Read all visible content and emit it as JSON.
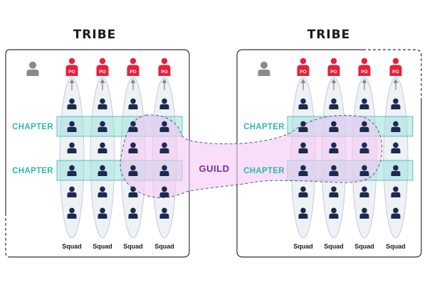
{
  "tribes": [
    {
      "title": "TRIBE",
      "chapters": [
        "CHAPTER",
        "CHAPTER"
      ],
      "squads": [
        "Squad",
        "Squad",
        "Squad",
        "Squad"
      ]
    },
    {
      "title": "TRIBE",
      "chapters": [
        "CHAPTER",
        "CHAPTER"
      ],
      "squads": [
        "Squad",
        "Squad",
        "Squad",
        "Squad"
      ]
    }
  ],
  "guild": {
    "label": "GUILD"
  },
  "product_owner": {
    "badge": "PO",
    "icon": "product-owner-icon"
  },
  "members_per_squad": 6,
  "colors": {
    "tribe_border": "#333333",
    "squad_fill": "#eef1f5",
    "squad_stroke": "#c6ccd6",
    "member": "#1b2a4e",
    "po": "#e8203a",
    "leader": "#8a8a8a",
    "chapter_fill": "#9fe0dc",
    "chapter_stroke": "#36b8ae",
    "chapter_text": "#2fb8ae",
    "guild_fill": "#f3c8f4",
    "guild_stroke": "#5a5a8a",
    "guild_text": "#7a2fa0"
  }
}
